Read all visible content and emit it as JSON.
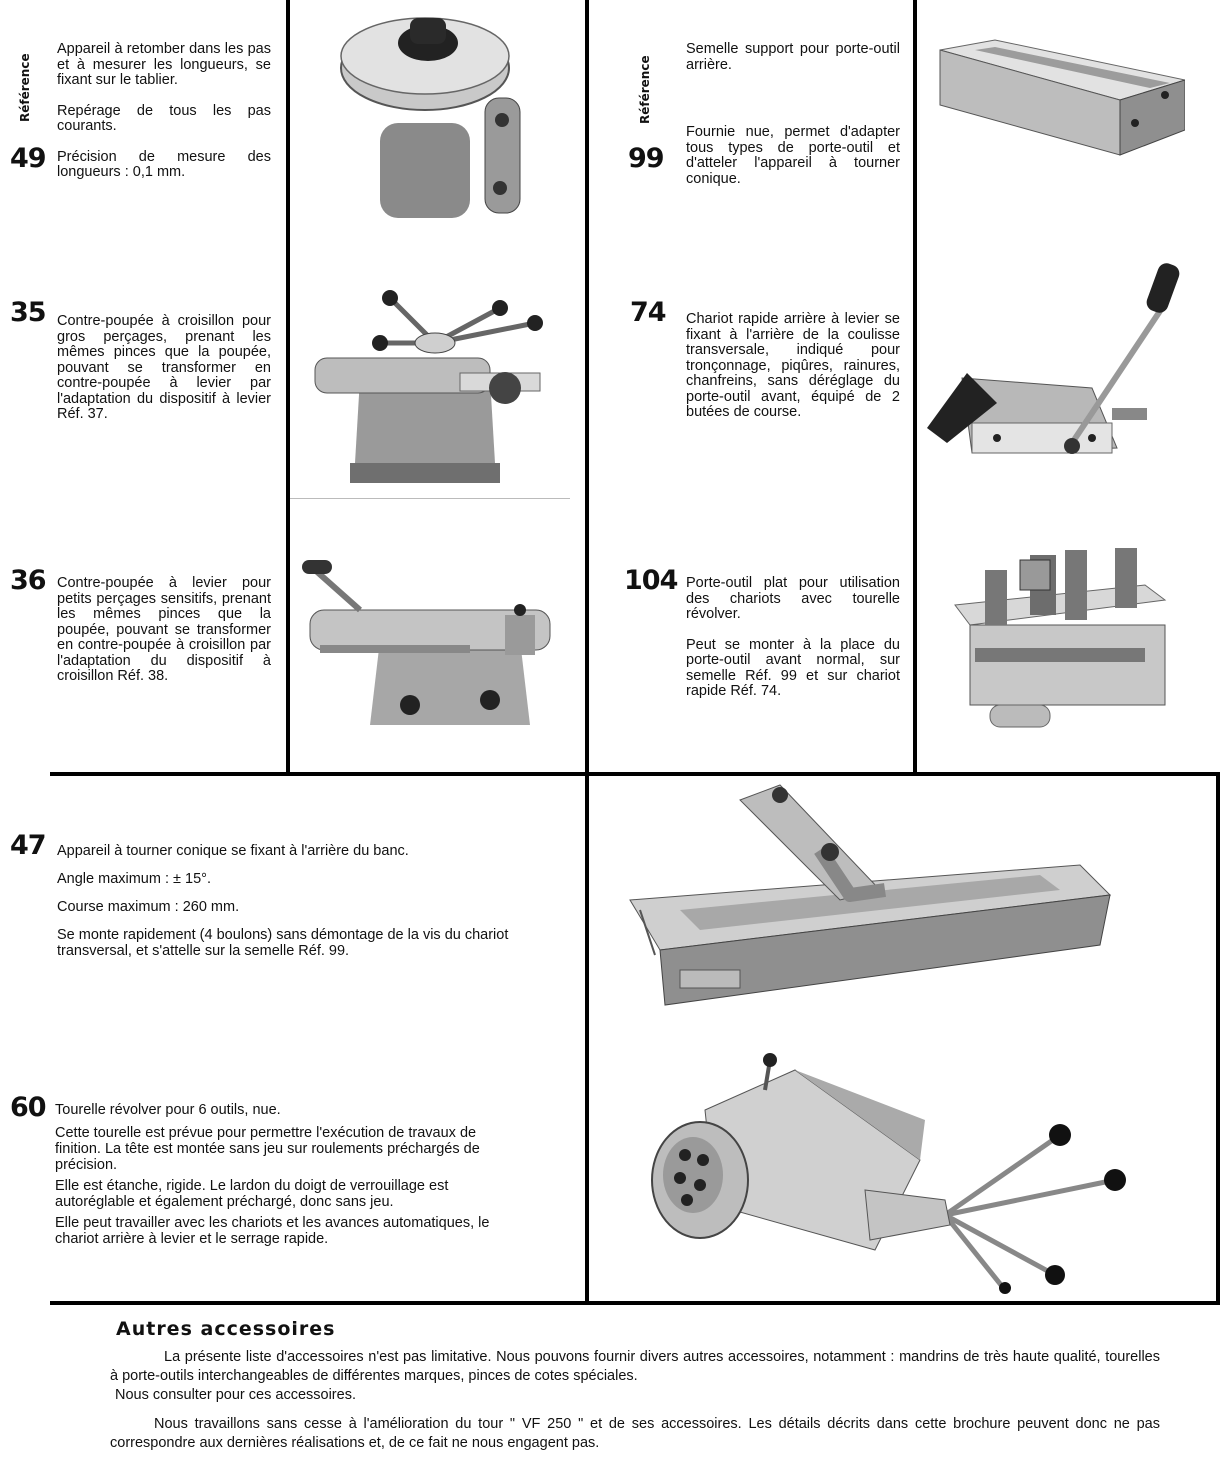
{
  "side_label": "Référence",
  "items": [
    {
      "ref": "49",
      "paragraphs": [
        "Appareil à retomber dans les pas et à mesurer les longueurs, se fixant sur le tablier.",
        "Repérage de tous les pas courants.",
        "Précision de mesure des longueurs : 0,1 mm."
      ]
    },
    {
      "ref": "35",
      "paragraphs": [
        "Contre-poupée à croisillon pour gros perçages, prenant les mêmes pinces que la poupée, pouvant se transformer en contre-poupée à levier par l'adaptation du dispositif à levier Réf. 37."
      ]
    },
    {
      "ref": "36",
      "paragraphs": [
        "Contre-poupée à levier pour petits perçages sensitifs, prenant les mêmes pinces que la poupée, pouvant se transformer en contre-poupée à croisillon par l'adaptation du dispositif à croisillon Réf. 38."
      ]
    },
    {
      "ref": "99",
      "paragraphs": [
        "Semelle support pour porte-outil arrière.",
        "Fournie nue, permet d'adapter tous types de porte-outil et d'atteler l'appareil à tourner conique."
      ]
    },
    {
      "ref": "74",
      "paragraphs": [
        "Chariot rapide arrière à levier se fixant à l'arrière de la coulisse transversale, indiqué pour tronçonnage, piqûres, rainures, chanfreins, sans déréglage du porte-outil avant, équipé de 2 butées de course."
      ]
    },
    {
      "ref": "104",
      "paragraphs": [
        "Porte-outil plat pour utilisation des chariots avec tourelle révolver.",
        "Peut se monter à la place du porte-outil avant normal, sur semelle Réf. 99 et sur chariot rapide Réf. 74."
      ]
    },
    {
      "ref": "47",
      "paragraphs": [
        "Appareil à tourner conique se fixant à l'arrière du banc.",
        "Angle maximum : ± 15°.",
        "Course maximum : 260 mm.",
        "Se monte rapidement (4 boulons) sans démontage de la vis du chariot transversal, et s'attelle sur la semelle Réf. 99."
      ]
    },
    {
      "ref": "60",
      "paragraphs": [
        "Tourelle révolver pour 6 outils, nue.",
        "Cette tourelle est prévue pour permettre l'exécution de travaux de finition. La tête est montée sans jeu sur roulements préchargés de précision.",
        "Elle est étanche, rigide. Le lardon du doigt de verrouillage est autoréglable et également préchargé, donc sans jeu.",
        "Elle peut travailler avec les chariots et les avances automatiques, le chariot arrière à levier et le serrage rapide."
      ]
    }
  ],
  "footer": {
    "heading": "Autres accessoires",
    "p1": "La présente liste d'accessoires n'est pas limitative. Nous pouvons fournir divers autres accessoires, notamment : mandrins de très haute qualité, tourelles à porte-outils interchangeables de différentes marques, pinces de cotes spéciales.",
    "p2": "Nous consulter pour ces accessoires.",
    "p3": "Nous travaillons sans cesse à l'amélioration du tour \" VF 250 \" et de ses accessoires. Les détails décrits dans cette brochure peuvent donc ne pas correspondre aux dernières réalisations et, de ce fait ne nous engagent pas."
  }
}
